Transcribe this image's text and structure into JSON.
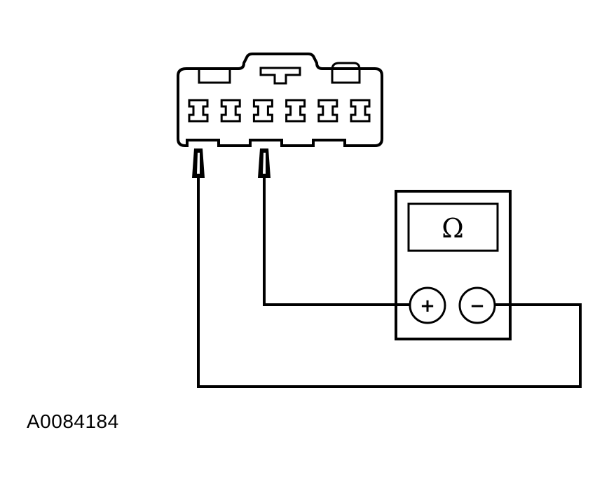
{
  "figure_id": "A0084184",
  "meter": {
    "display_symbol": "Ω",
    "positive_label": "+",
    "negative_label": "−"
  },
  "connector": {
    "terminal_count": 6
  },
  "colors": {
    "line": "#000000",
    "background": "#ffffff"
  },
  "icons": {
    "positive_terminal": "plus-icon",
    "negative_terminal": "minus-icon"
  }
}
